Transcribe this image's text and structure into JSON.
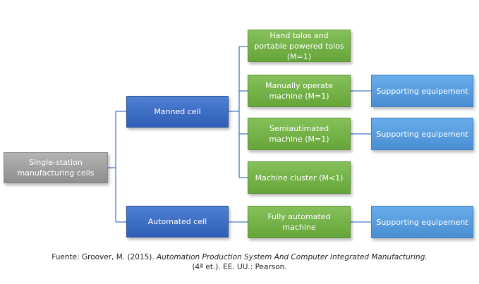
{
  "root": "Single-station manufacturing cells",
  "branches": {
    "manned": "Manned cell",
    "automated": "Automated cell"
  },
  "machines": {
    "hand_tools": "Hand tolos and portable powered tolos (M=1)",
    "manual": "Manually operate machine (M=1)",
    "semi": "Semiautimated machine (M=1)",
    "cluster": "Machine cluster (M<1)",
    "fully": "Fully automated machine"
  },
  "supporting": {
    "s1": "Supporting equipement",
    "s2": "Supporting equipement",
    "s3": "Supporting equipement"
  },
  "caption": {
    "prefix": "Fuente: Groover, M. (2015). ",
    "title": "Automation Production System And Computer Integrated Manufacturing.",
    "line2": "(4ª et.). EE. UU.: Pearson."
  },
  "colors": {
    "root": "#999999",
    "branch": "#3a68c2",
    "machine": "#75b248",
    "supporting": "#5b9de0",
    "connector": "#4a78c4"
  }
}
